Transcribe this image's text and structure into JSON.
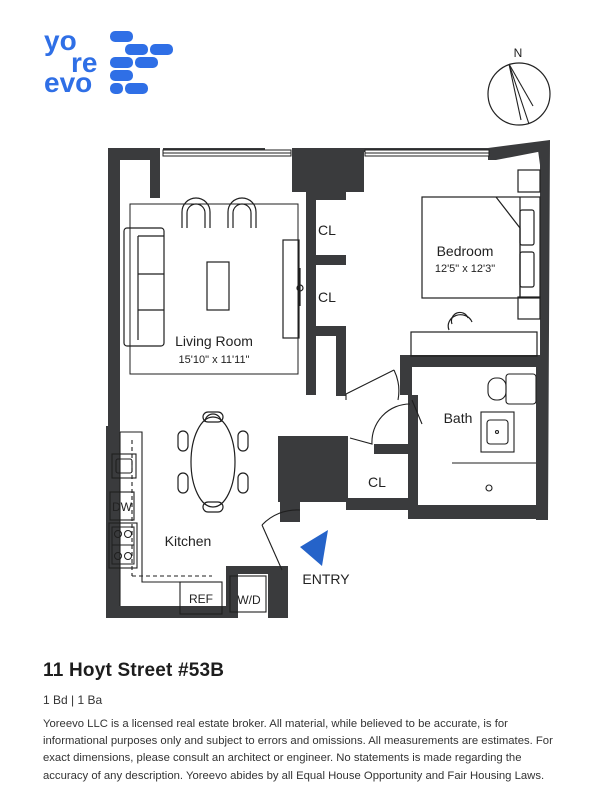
{
  "brand": {
    "logo_lines": [
      "yo",
      "re",
      "evo"
    ],
    "color": "#2f6fe6"
  },
  "compass": {
    "label": "N"
  },
  "rooms": {
    "living_room": {
      "name": "Living Room",
      "dims": "15'10\" x 11'11\""
    },
    "bedroom": {
      "name": "Bedroom",
      "dims": "12'5\" x 12'3\""
    },
    "bath": {
      "name": "Bath"
    },
    "kitchen": {
      "name": "Kitchen"
    },
    "closet_1": {
      "name": "CL"
    },
    "closet_2": {
      "name": "CL"
    },
    "closet_3": {
      "name": "CL"
    }
  },
  "fixtures": {
    "dishwasher": "DW",
    "refrigerator": "REF",
    "washer_dryer": "W/D"
  },
  "entry": {
    "label": "ENTRY",
    "arrow_color": "#2563c9"
  },
  "listing": {
    "address": "11 Hoyt Street #53B",
    "summary": "1 Bd | 1 Ba"
  },
  "disclaimer": "Yoreevo LLC is a licensed real estate broker. All material, while believed to be accurate, is for informational purposes only and subject to errors and omissions. All measurements are estimates. For exact dimensions, please consult an architect or engineer. No statements is made regarding the accuracy of any description. Yoreevo abides by all Equal House Opportunity and Fair Housing Laws.",
  "colors": {
    "wall": "#3a3b3d",
    "line": "#1f1f1f"
  }
}
